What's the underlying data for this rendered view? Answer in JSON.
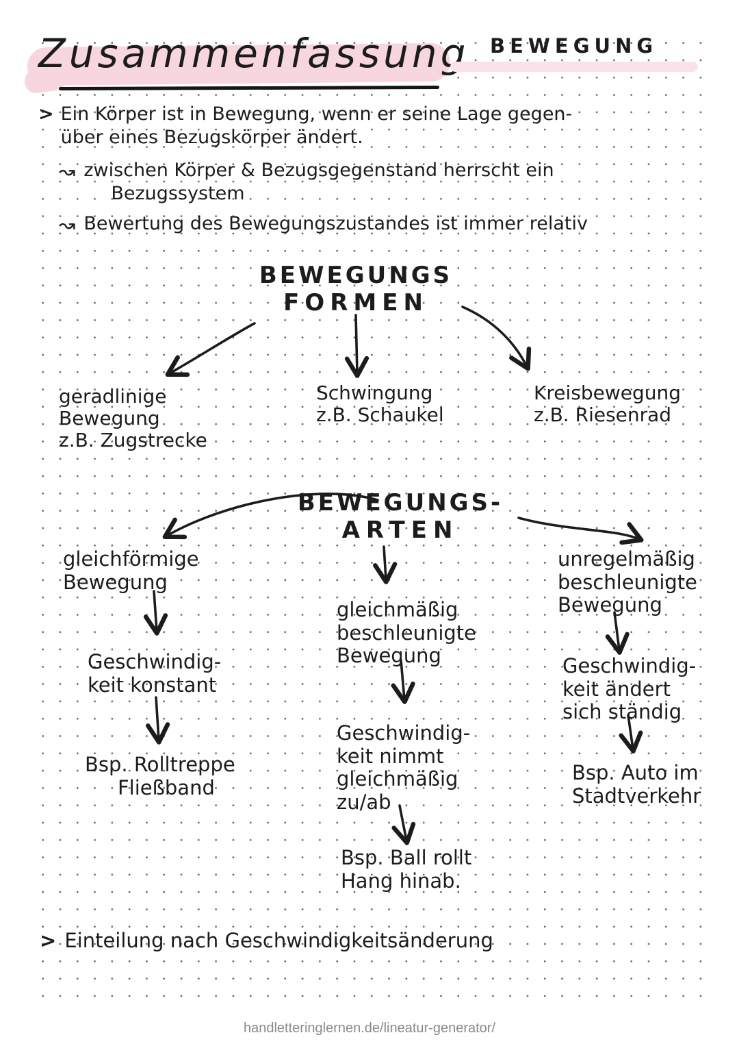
{
  "header": {
    "title": "Zusammenfassung",
    "topic": "BEWEGUNG"
  },
  "intro": {
    "bullet_marker": ">",
    "definition_lines": [
      "Ein Körper ist in Bewegung, wenn er seine Lage gegen-",
      "über eines Bezugskörper ändert."
    ],
    "sub_marker": "↝",
    "sub1_lines": [
      "zwischen Körper & Bezugsgegenstand herrscht ein",
      "Bezugssystem"
    ],
    "sub2_lines": [
      "Bewertung des Bewegungszustandes ist immer relativ"
    ]
  },
  "formen": {
    "heading_lines": [
      "BEWEGUNGS",
      "FORMEN"
    ],
    "nodes": [
      {
        "lines": [
          "geradlinige",
          "Bewegung",
          "z.B. Zugstrecke"
        ]
      },
      {
        "lines": [
          "Schwingung",
          "z.B. Schaukel"
        ]
      },
      {
        "lines": [
          "Kreisbewegung",
          "z.B. Riesenrad"
        ]
      }
    ]
  },
  "arten": {
    "heading_lines": [
      "BEWEGUNGS-",
      "ARTEN"
    ],
    "columns": [
      {
        "type": [
          "gleichförmige",
          "Bewegung"
        ],
        "property": [
          "Geschwindig-",
          "keit konstant"
        ],
        "example": [
          "Bsp. Rolltreppe",
          "Fließband"
        ]
      },
      {
        "type": [
          "gleichmäßig",
          "beschleunigte",
          "Bewegung"
        ],
        "property": [
          "Geschwindig-",
          "keit nimmt",
          "gleichmäßig",
          "zu/ab"
        ],
        "example": [
          "Bsp. Ball rollt",
          "Hang hinab."
        ]
      },
      {
        "type": [
          "unregelmäßig",
          "beschleunigte",
          "Bewegung"
        ],
        "property": [
          "Geschwindig-",
          "keit ändert",
          "sich ständig"
        ],
        "example": [
          "Bsp. Auto im",
          "Stadtverkehr"
        ]
      }
    ]
  },
  "outro": {
    "marker": ">",
    "text": "Einteilung nach Geschwindigkeitsänderung"
  },
  "footer": {
    "url": "handletteringlernen.de/lineatur-generator/"
  },
  "colors": {
    "ink": "#1c1c1e",
    "highlight_pink": "#f8d6de",
    "bar_pink": "#fbe2e9",
    "dot_gray": "#6a6a6a",
    "footer_gray": "#8a8a8a"
  }
}
